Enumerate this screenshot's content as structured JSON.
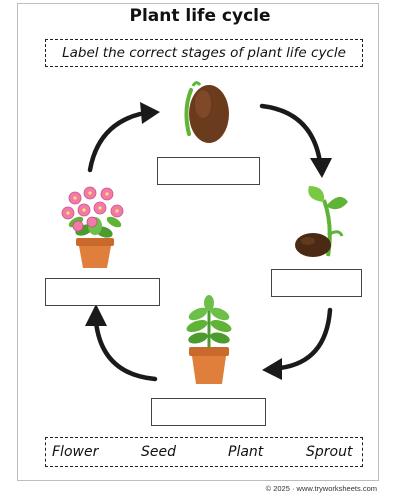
{
  "worksheet": {
    "title": "Plant life cycle",
    "instruction": "Label the correct stages of plant life cycle",
    "word_bank": [
      "Flower",
      "Seed",
      "Plant",
      "Sprout"
    ],
    "stages": [
      {
        "icon": "seed-icon"
      },
      {
        "icon": "sprout-icon"
      },
      {
        "icon": "potted-plant-icon"
      },
      {
        "icon": "flowering-plant-icon"
      }
    ],
    "arrow_color": "#1a1a1a"
  },
  "footer": {
    "text": "© 2025 · www.tryworksheets.com"
  }
}
